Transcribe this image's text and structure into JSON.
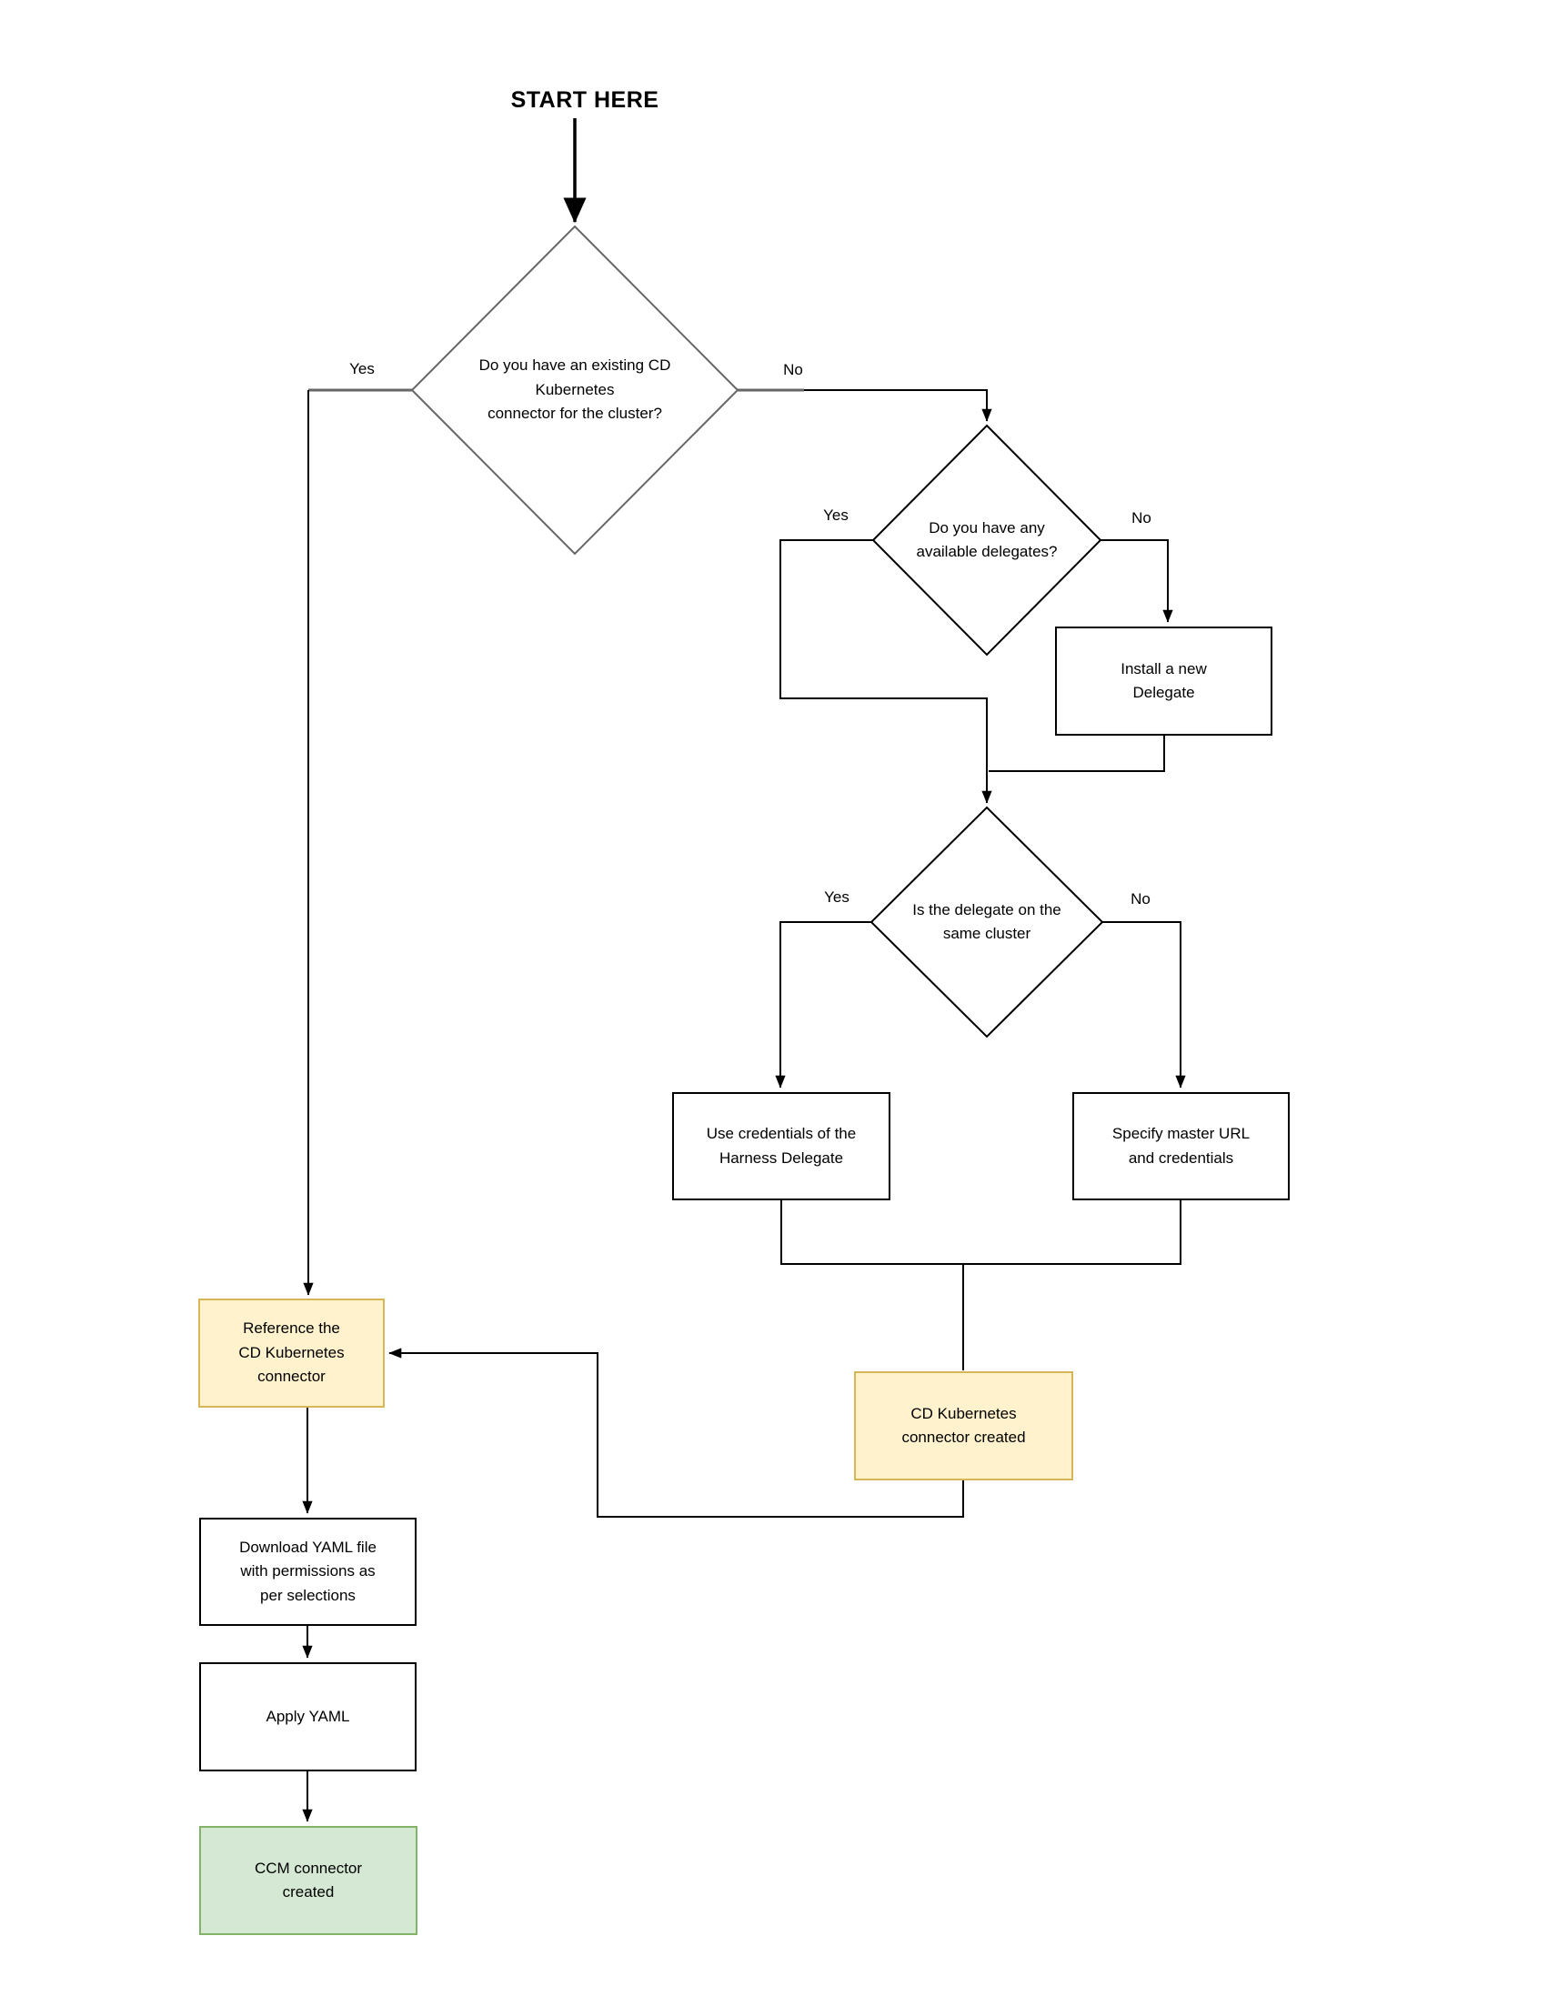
{
  "title": "START HERE",
  "decisions": [
    {
      "label": "Do you have an existing CD\nKubernetes\nconnector for the cluster?",
      "yes_label": "Yes",
      "no_label": "No"
    },
    {
      "label": "Do you have any\navailable delegates?",
      "yes_label": "Yes",
      "no_label": "No"
    },
    {
      "label": "Is the delegate on the\nsame cluster",
      "yes_label": "Yes",
      "no_label": "No"
    }
  ],
  "nodes": {
    "install_delegate": "Install a new\nDelegate",
    "use_credentials": "Use credentials of the\nHarness Delegate",
    "specify_master_url": "Specify master URL\nand credentials",
    "cd_connector_created": "CD Kubernetes\nconnector created",
    "reference_connector": "Reference the\nCD Kubernetes\nconnector",
    "download_yaml": "Download YAML file\nwith permissions as\nper selections",
    "apply_yaml": "Apply YAML",
    "ccm_connector_created": "CCM connector\ncreated"
  },
  "colors": {
    "milestone_fill": "#fff2cc",
    "milestone_border": "#d6b656",
    "success_fill": "#d5e8d4",
    "success_border": "#82b366",
    "decision_stroke": "#666666",
    "connector": "#000000"
  }
}
